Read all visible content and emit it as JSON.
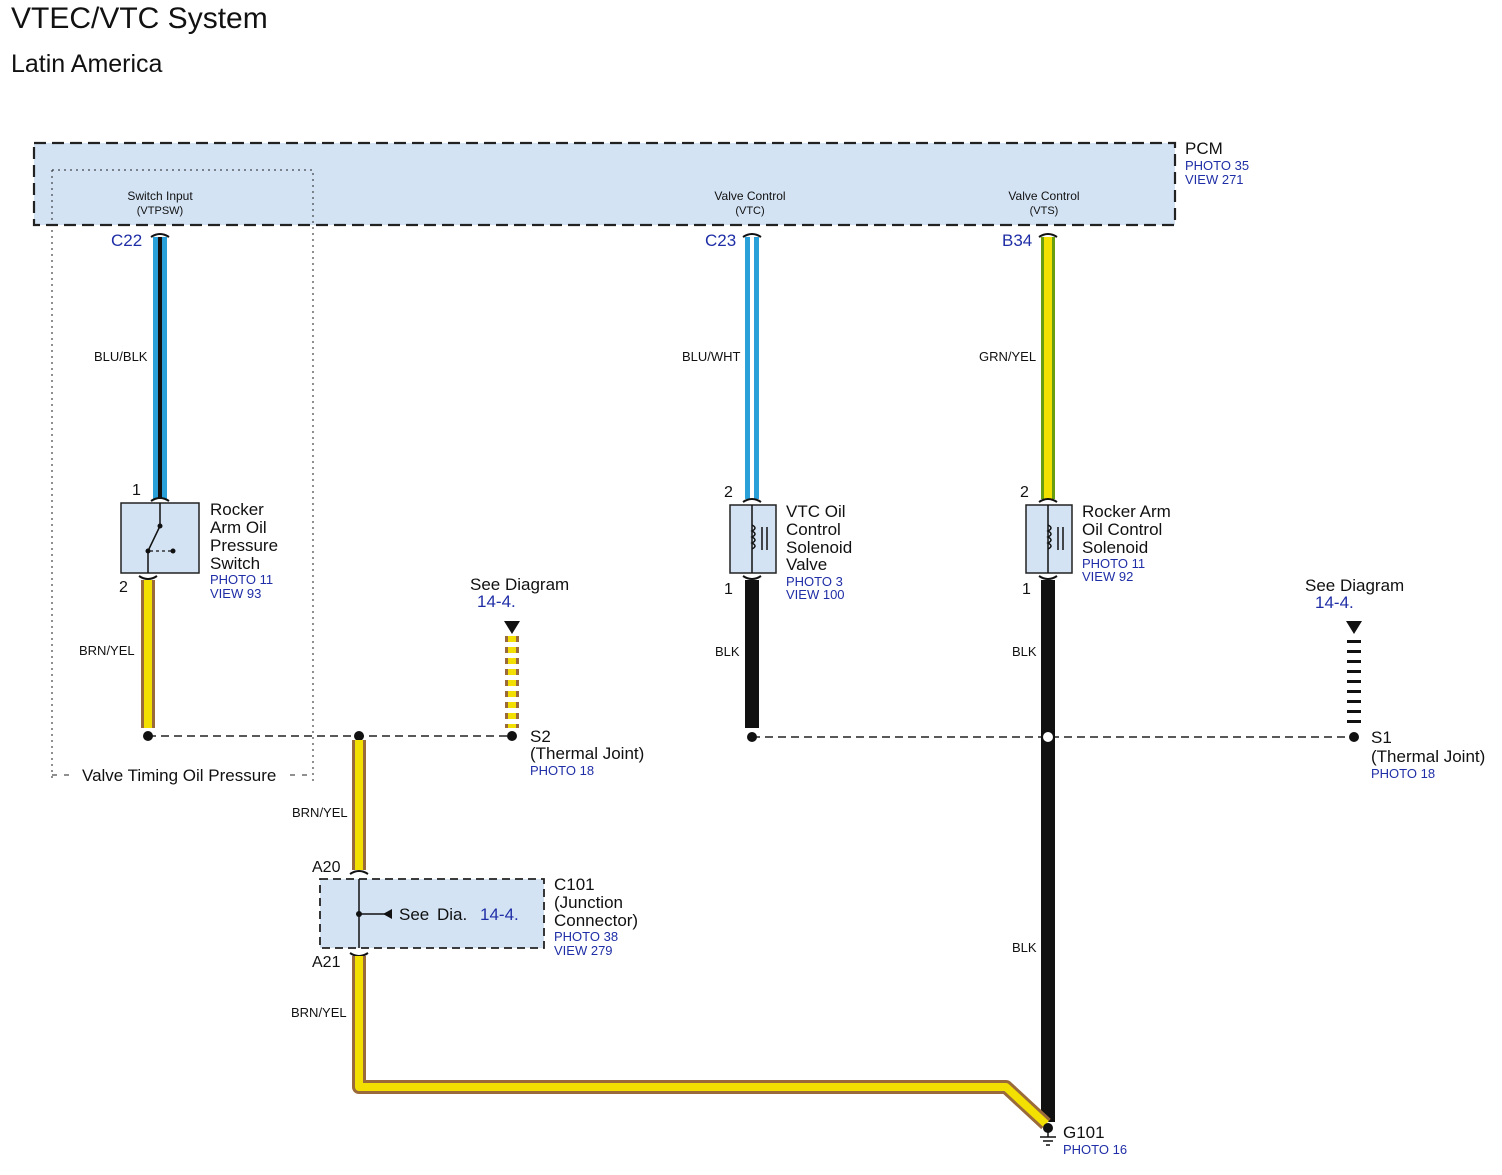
{
  "title": "VTEC/VTC System",
  "subtitle": "Latin America",
  "pcm": {
    "name": "PCM",
    "photo": "PHOTO 35",
    "view": "VIEW 271",
    "inputs": [
      {
        "label": "Switch Input",
        "code": "(VTPSW)",
        "pin": "C22"
      },
      {
        "label": "Valve Control",
        "code": "(VTC)",
        "pin": "C23"
      },
      {
        "label": "Valve Control",
        "code": "(VTS)",
        "pin": "B34"
      }
    ]
  },
  "wires": {
    "w1": "BLU/BLK",
    "w2": "BLU/WHT",
    "w3": "GRN/YEL",
    "w4": "BRN/YEL",
    "w5": "BLK",
    "w6": "BLK",
    "w7": "BRN/YEL",
    "w8": "BRN/YEL",
    "w9": "BLK"
  },
  "components": {
    "switch": {
      "l1": "Rocker",
      "l2": "Arm Oil",
      "l3": "Pressure",
      "l4": "Switch",
      "photo": "PHOTO 11",
      "view": "VIEW 93",
      "pin_top": "1",
      "pin_bottom": "2"
    },
    "vtc": {
      "l1": "VTC Oil",
      "l2": "Control",
      "l3": "Solenoid",
      "l4": "Valve",
      "photo": "PHOTO 3",
      "view": "VIEW 100",
      "pin_top": "2",
      "pin_bottom": "1"
    },
    "rocker_solenoid": {
      "l1": "Rocker Arm",
      "l2": "Oil Control",
      "l3": "Solenoid",
      "photo": "PHOTO 11",
      "view": "VIEW 92",
      "pin_top": "2",
      "pin_bottom": "1"
    }
  },
  "group_label": "Valve Timing Oil Pressure",
  "see_diagram_left": {
    "text": "See Diagram",
    "ref": "14-4."
  },
  "see_diagram_right": {
    "text": "See Diagram",
    "ref": "14-4."
  },
  "s2": {
    "name": "S2",
    "desc": "(Thermal Joint)",
    "photo": "PHOTO 18"
  },
  "s1": {
    "name": "S1",
    "desc": "(Thermal Joint)",
    "photo": "PHOTO 18"
  },
  "c101": {
    "pin_top": "A20",
    "pin_bottom": "A21",
    "see": "See",
    "dia": "Dia.",
    "ref": "14-4.",
    "name": "C101",
    "d1": "(Junction",
    "d2": "Connector)",
    "photo": "PHOTO 38",
    "view": "VIEW 279"
  },
  "ground": {
    "name": "G101",
    "photo": "PHOTO 16"
  },
  "colors": {
    "panel": "#d3e3f4",
    "blue_wire": "#2aa0d8",
    "yellow_wire": "#f4e000",
    "brown_trace": "#9a6a3a",
    "green_trace": "#6a9e12",
    "ref_text": "#1f2ea6"
  }
}
